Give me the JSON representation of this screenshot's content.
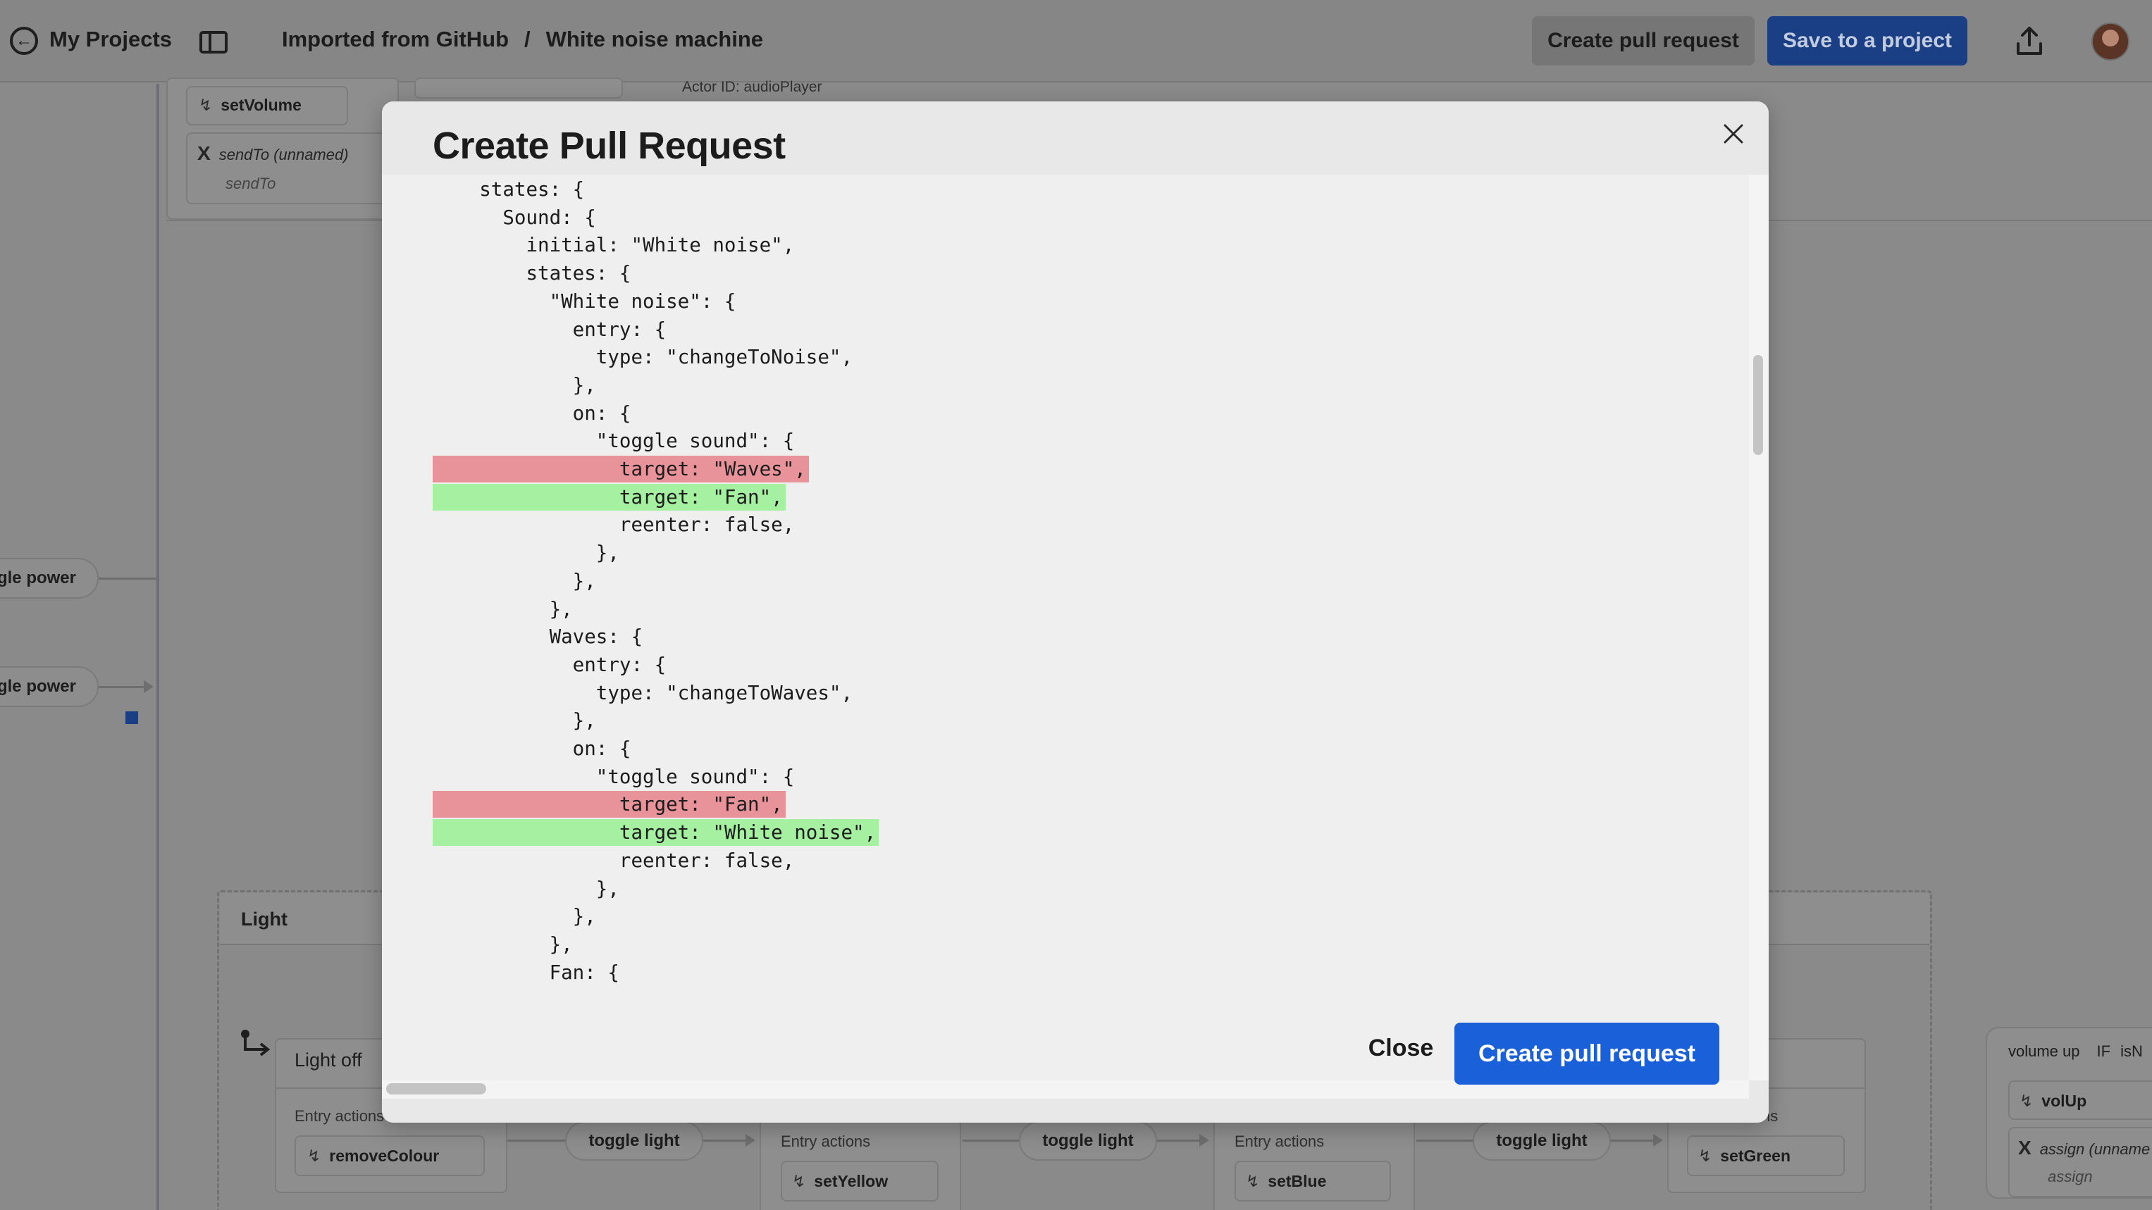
{
  "header": {
    "my_projects": "My Projects",
    "breadcrumb_parent": "Imported from GitHub",
    "breadcrumb_separator": "/",
    "breadcrumb_current": "White noise machine",
    "create_pr_label": "Create pull request",
    "save_label": "Save to a project"
  },
  "canvas": {
    "set_volume": "setVolume",
    "send_to_unnamed": "sendTo (unnamed)",
    "send_to": "sendTo",
    "actor_id_label": "Actor ID:",
    "actor_id_value": "audioPlayer",
    "toggle_power_1": "gle power",
    "toggle_power_2": "gle power",
    "light_title": "Light",
    "light_off": "Light off",
    "entry_actions": "Entry actions",
    "remove_colour": "removeColour",
    "toggle_light_1": "toggle light",
    "set_yellow": "setYellow",
    "toggle_light_2": "toggle light",
    "set_blue": "setBlue",
    "toggle_light_3": "toggle light",
    "entry_actions_partial": "ns",
    "set_green": "setGreen",
    "volume_up": "volume up",
    "if_label": "IF",
    "is_partial": "isN",
    "vol_up": "volUp",
    "assign_unnamed": "assign (unname",
    "assign": "assign"
  },
  "modal": {
    "title": "Create Pull Request",
    "close_label": "Close",
    "create_pr_label": "Create pull request",
    "code_lines": [
      {
        "text": "    states: {",
        "kind": "ctx"
      },
      {
        "text": "      Sound: {",
        "kind": "ctx"
      },
      {
        "text": "        initial: \"White noise\",",
        "kind": "ctx"
      },
      {
        "text": "        states: {",
        "kind": "ctx"
      },
      {
        "text": "          \"White noise\": {",
        "kind": "ctx"
      },
      {
        "text": "            entry: {",
        "kind": "ctx"
      },
      {
        "text": "              type: \"changeToNoise\",",
        "kind": "ctx"
      },
      {
        "text": "            },",
        "kind": "ctx"
      },
      {
        "text": "            on: {",
        "kind": "ctx"
      },
      {
        "text": "              \"toggle sound\": {",
        "kind": "ctx"
      },
      {
        "text": "                target: \"Waves\",",
        "kind": "del"
      },
      {
        "text": "                target: \"Fan\",",
        "kind": "add"
      },
      {
        "text": "                reenter: false,",
        "kind": "ctx"
      },
      {
        "text": "              },",
        "kind": "ctx"
      },
      {
        "text": "            },",
        "kind": "ctx"
      },
      {
        "text": "          },",
        "kind": "ctx"
      },
      {
        "text": "          Waves: {",
        "kind": "ctx"
      },
      {
        "text": "            entry: {",
        "kind": "ctx"
      },
      {
        "text": "              type: \"changeToWaves\",",
        "kind": "ctx"
      },
      {
        "text": "            },",
        "kind": "ctx"
      },
      {
        "text": "            on: {",
        "kind": "ctx"
      },
      {
        "text": "              \"toggle sound\": {",
        "kind": "ctx"
      },
      {
        "text": "                target: \"Fan\",",
        "kind": "del"
      },
      {
        "text": "                target: \"White noise\",",
        "kind": "add"
      },
      {
        "text": "                reenter: false,",
        "kind": "ctx"
      },
      {
        "text": "              },",
        "kind": "ctx"
      },
      {
        "text": "            },",
        "kind": "ctx"
      },
      {
        "text": "          },",
        "kind": "ctx"
      },
      {
        "text": "          Fan: {",
        "kind": "ctx"
      }
    ]
  },
  "colors": {
    "primary": "#1a60d8",
    "diff_removed": "#e8939a",
    "diff_added": "#a6f0a1",
    "overlay": "#8a8a8a"
  },
  "icons": [
    "back-arrow-icon",
    "sidebar-toggle-icon",
    "share-upload-icon",
    "close-icon",
    "lightning-icon",
    "x-icon",
    "initial-state-arrow-icon"
  ]
}
